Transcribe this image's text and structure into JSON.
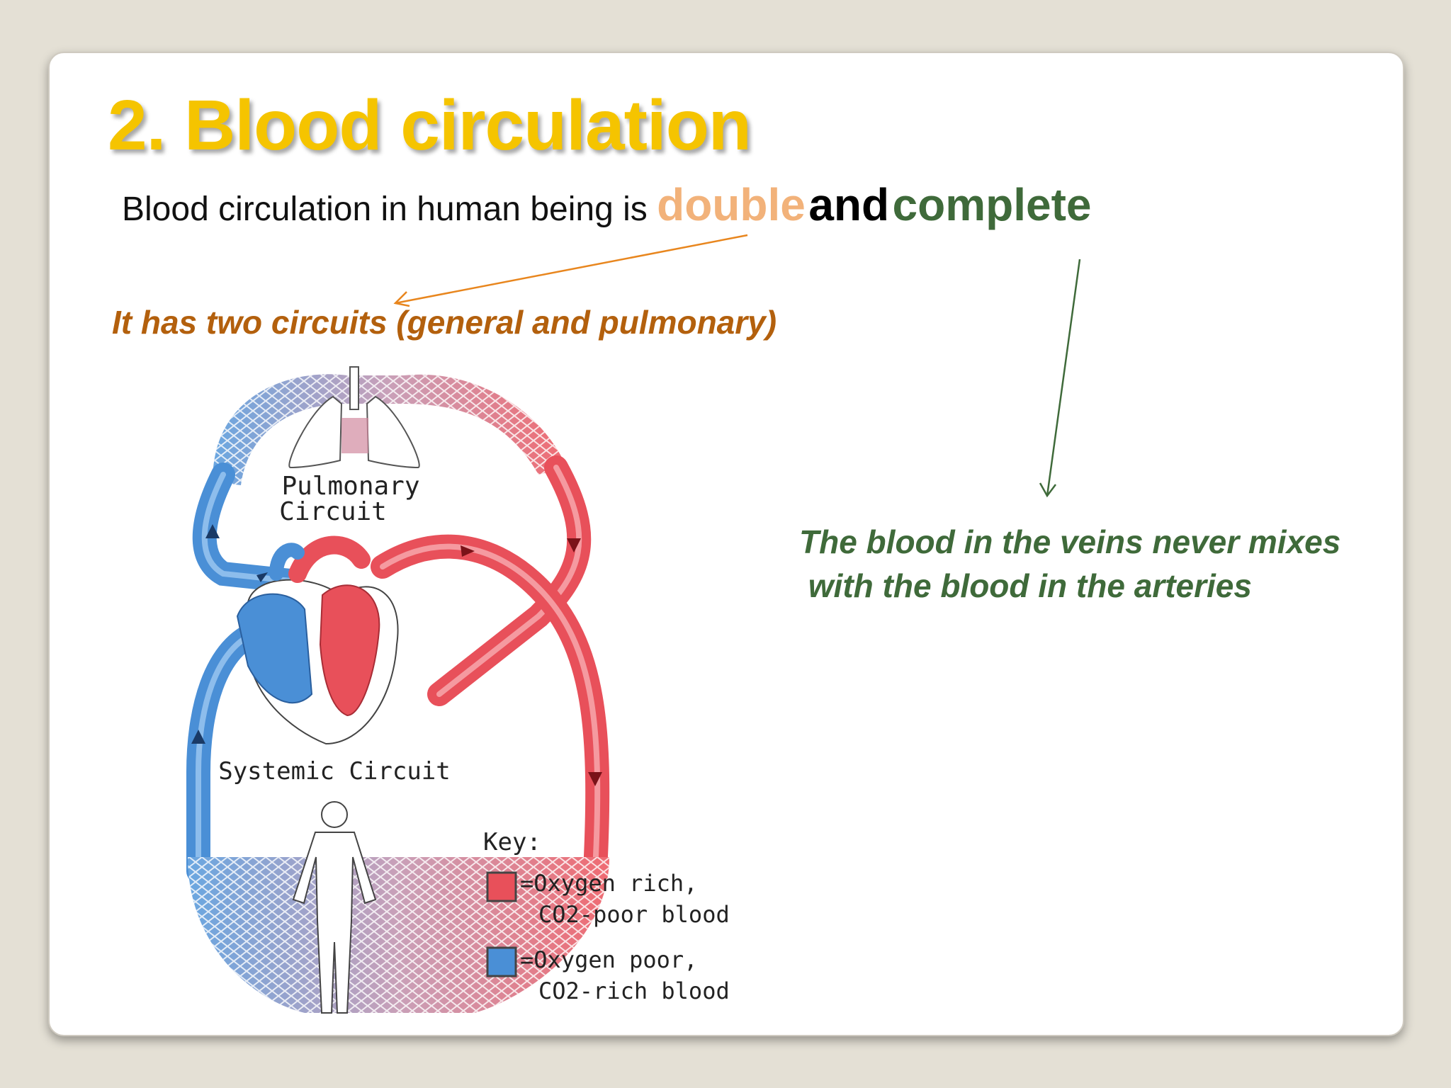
{
  "slide": {
    "title": "2. Blood circulation",
    "subtitle_prefix": "Blood circulation in human being is ",
    "subtitle_word1": "double",
    "subtitle_word2": "and",
    "subtitle_word3": "complete",
    "note_circuits": "It has two circuits (general and pulmonary)",
    "note_veins_line1": "The blood in the veins never mixes",
    "note_veins_line2": " with the blood in the arteries"
  },
  "diagram": {
    "pulmonary_label_1": "Pulmonary",
    "pulmonary_label_2": "Circuit",
    "systemic_label": "Systemic Circuit",
    "key_title": "Key:",
    "key_red_line1": "=Oxygen rich,",
    "key_red_line2": "CO2-poor blood",
    "key_blue_line1": "=Oxygen poor,",
    "key_blue_line2": "CO2-rich blood"
  },
  "colors": {
    "title": "#f5c400",
    "double": "#f2b27a",
    "complete": "#3f6a3a",
    "circuits_note": "#b3600d",
    "oxygen_rich": "#e8505a",
    "oxygen_poor": "#4a8fd6"
  }
}
